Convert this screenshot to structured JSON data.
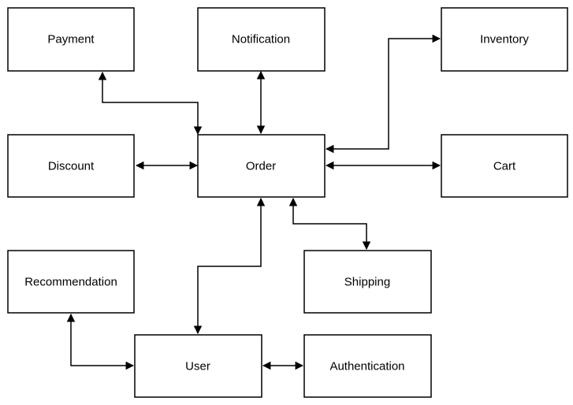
{
  "diagram": {
    "nodes": {
      "payment": "Payment",
      "notification": "Notification",
      "inventory": "Inventory",
      "discount": "Discount",
      "order": "Order",
      "cart": "Cart",
      "recommendation": "Recommendation",
      "shipping": "Shipping",
      "user": "User",
      "authentication": "Authentication"
    },
    "edges": [
      {
        "from": "Order",
        "to": "Payment",
        "direction": "both"
      },
      {
        "from": "Order",
        "to": "Notification",
        "direction": "both"
      },
      {
        "from": "Order",
        "to": "Inventory",
        "direction": "both"
      },
      {
        "from": "Order",
        "to": "Discount",
        "direction": "both"
      },
      {
        "from": "Order",
        "to": "Cart",
        "direction": "both"
      },
      {
        "from": "Order",
        "to": "Shipping",
        "direction": "both"
      },
      {
        "from": "Order",
        "to": "User",
        "direction": "both"
      },
      {
        "from": "User",
        "to": "Recommendation",
        "direction": "both"
      },
      {
        "from": "User",
        "to": "Authentication",
        "direction": "both"
      }
    ]
  }
}
